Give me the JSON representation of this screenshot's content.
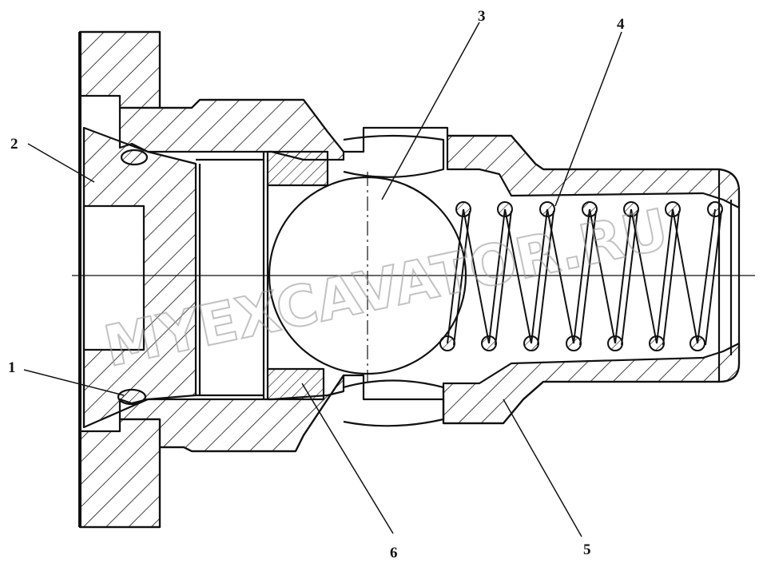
{
  "colors": {
    "ink": "#111111",
    "paper": "#ffffff",
    "watermark": "#9a9a9a"
  },
  "callouts": [
    {
      "id": "1",
      "label": "1"
    },
    {
      "id": "2",
      "label": "2"
    },
    {
      "id": "3",
      "label": "3"
    },
    {
      "id": "4",
      "label": "4"
    },
    {
      "id": "5",
      "label": "5"
    },
    {
      "id": "6",
      "label": "6"
    }
  ],
  "watermark": {
    "text": "MYEXCAVATOR.RU"
  }
}
